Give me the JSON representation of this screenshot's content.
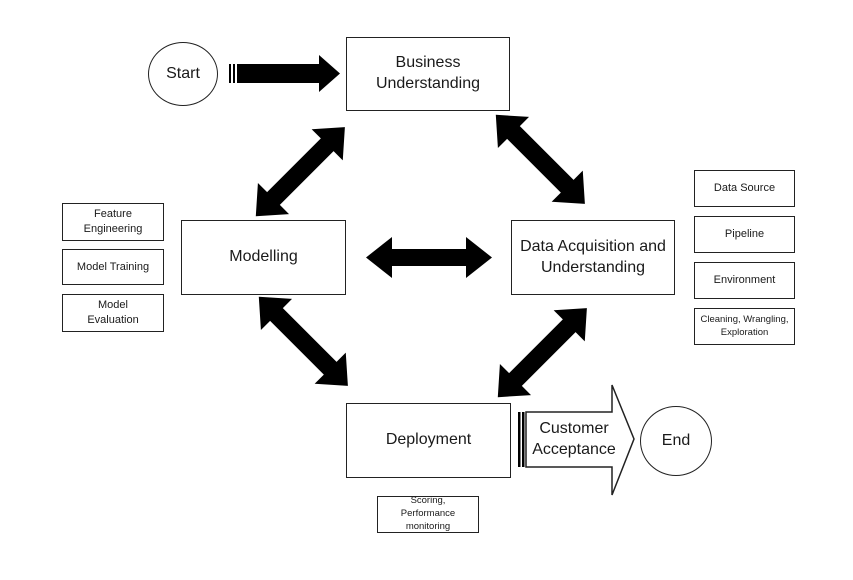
{
  "start": "Start",
  "end": "End",
  "business_understanding": "Business Understanding",
  "modelling": "Modelling",
  "data_acquisition": "Data Acquisition and Understanding",
  "deployment": "Deployment",
  "customer_acceptance": "Customer Acceptance",
  "modelling_tasks": [
    "Feature Engineering",
    "Model Training",
    "Model Evaluation"
  ],
  "data_tasks": [
    "Data Source",
    "Pipeline",
    "Environment",
    "Cleaning, Wrangling, Exploration"
  ],
  "deployment_tasks": [
    "Scoring, Performance monitoring"
  ]
}
